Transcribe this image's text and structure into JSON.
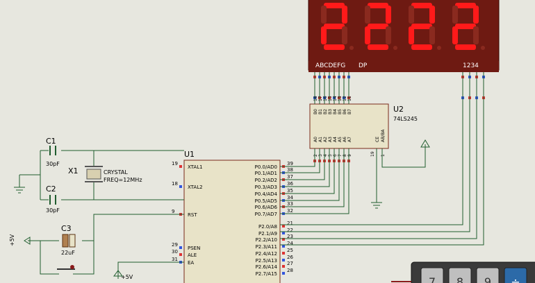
{
  "display": {
    "digits": [
      "2",
      "2",
      "2",
      "2"
    ],
    "segment_label": "ABCDEFG",
    "dp_label": "DP",
    "common_label": "1234",
    "lit_color": "#ff1a1a",
    "body_color": "#6e1a12"
  },
  "u2": {
    "ref": "U2",
    "part": "74LS245",
    "b_pins": [
      "B0",
      "B1",
      "B2",
      "B3",
      "B4",
      "B5",
      "B6",
      "B7"
    ],
    "b_nums": [
      "18",
      "17",
      "16",
      "15",
      "14",
      "13",
      "12",
      "11"
    ],
    "a_pins": [
      "A0",
      "A1",
      "A2",
      "A3",
      "A4",
      "A5",
      "A6",
      "A7"
    ],
    "a_nums": [
      "2",
      "3",
      "4",
      "5",
      "6",
      "7",
      "8",
      "9"
    ],
    "ce": "CE",
    "ab": "AB/BA",
    "ce_num": "19",
    "ab_num": "1"
  },
  "u1": {
    "ref": "U1",
    "left_pins": [
      {
        "num": "19",
        "name": "XTAL1"
      },
      {
        "num": "18",
        "name": "XTAL2"
      },
      {
        "num": "9",
        "name": "RST"
      },
      {
        "num": "29",
        "name": "PSEN"
      },
      {
        "num": "30",
        "name": "ALE"
      },
      {
        "num": "31",
        "name": "EA"
      }
    ],
    "right_pins": [
      {
        "num": "39",
        "name": "P0.0/AD0"
      },
      {
        "num": "38",
        "name": "P0.1/AD1"
      },
      {
        "num": "37",
        "name": "P0.2/AD2"
      },
      {
        "num": "36",
        "name": "P0.3/AD3"
      },
      {
        "num": "35",
        "name": "P0.4/AD4"
      },
      {
        "num": "34",
        "name": "P0.5/AD5"
      },
      {
        "num": "33",
        "name": "P0.6/AD6"
      },
      {
        "num": "32",
        "name": "P0.7/AD7"
      },
      {
        "num": "21",
        "name": "P2.0/A8"
      },
      {
        "num": "22",
        "name": "P2.1/A9"
      },
      {
        "num": "23",
        "name": "P2.2/A10"
      },
      {
        "num": "24",
        "name": "P2.3/A11"
      },
      {
        "num": "25",
        "name": "P2.4/A12"
      },
      {
        "num": "26",
        "name": "P2.5/A13"
      },
      {
        "num": "27",
        "name": "P2.6/A14"
      },
      {
        "num": "28",
        "name": "P2.7/A15"
      }
    ]
  },
  "components": {
    "c1": {
      "ref": "C1",
      "value": "30pF"
    },
    "c2": {
      "ref": "C2",
      "value": "30pF"
    },
    "c3": {
      "ref": "C3",
      "value": "22uF"
    },
    "x1": {
      "ref": "X1",
      "type": "CRYSTAL",
      "freq": "FREQ=12MHz"
    },
    "vcc1": "+5V",
    "vcc2": "+5V"
  },
  "keypad": {
    "keys": [
      "7",
      "8",
      "9",
      "÷"
    ]
  }
}
